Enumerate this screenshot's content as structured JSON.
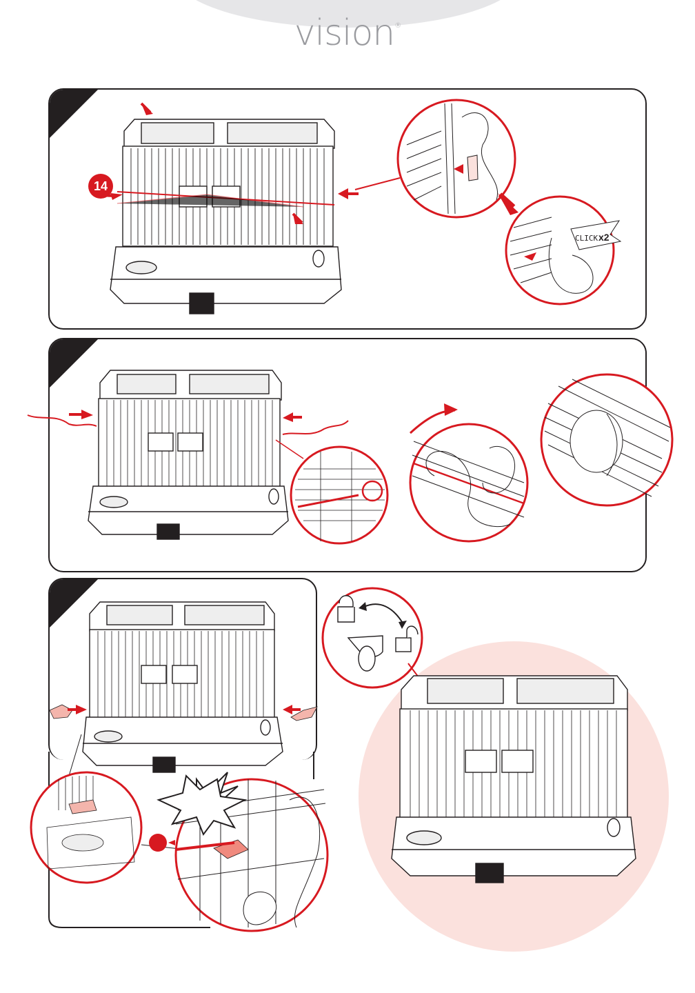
{
  "header": {
    "brand": "vision",
    "registered_mark": "®"
  },
  "step1": {
    "badge_number": "14",
    "click_label": "CLICK",
    "click_count": "x2"
  },
  "colors": {
    "accent": "#d71920",
    "ink": "#231f20",
    "light_pink": "#fbe1dd",
    "brand_gray": "#9a9b9f"
  }
}
